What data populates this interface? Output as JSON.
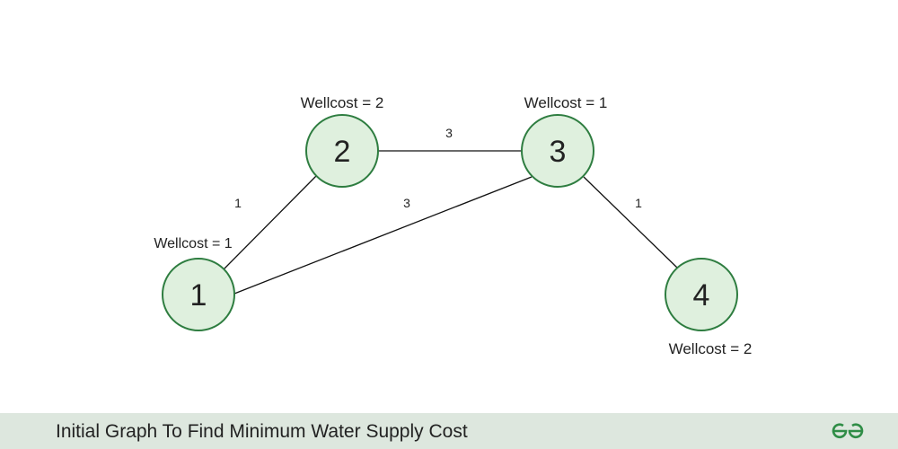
{
  "graph": {
    "nodes": [
      {
        "id": "1",
        "label": "1",
        "wellcost_text": "Wellcost = 1"
      },
      {
        "id": "2",
        "label": "2",
        "wellcost_text": "Wellcost = 2"
      },
      {
        "id": "3",
        "label": "3",
        "wellcost_text": "Wellcost = 1"
      },
      {
        "id": "4",
        "label": "4",
        "wellcost_text": "Wellcost = 2"
      }
    ],
    "edges": [
      {
        "from": "1",
        "to": "2",
        "weight": "1"
      },
      {
        "from": "2",
        "to": "3",
        "weight": "3"
      },
      {
        "from": "1",
        "to": "3",
        "weight": "3"
      },
      {
        "from": "3",
        "to": "4",
        "weight": "1"
      }
    ],
    "colors": {
      "node_fill": "#dff0de",
      "node_stroke": "#2e7d40",
      "edge": "#111111",
      "text": "#222222"
    }
  },
  "footer": {
    "title": "Initial Graph To Find Minimum Water Supply Cost",
    "logo_icon": "gfg-logo-icon",
    "logo_color": "#2f8d46"
  }
}
